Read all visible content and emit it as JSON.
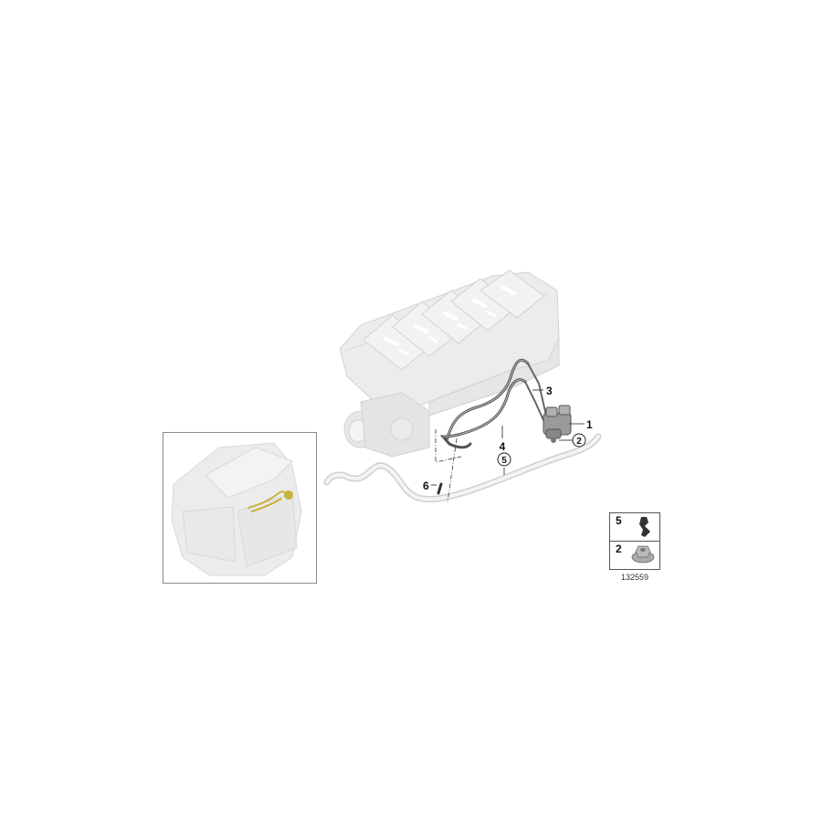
{
  "diagram": {
    "type": "exploded-parts-diagram",
    "image_number": "132559",
    "callouts": [
      {
        "id": "1",
        "label": "1",
        "circled": false
      },
      {
        "id": "2",
        "label": "2",
        "circled": true
      },
      {
        "id": "3",
        "label": "3",
        "circled": false
      },
      {
        "id": "4",
        "label": "4",
        "circled": false
      },
      {
        "id": "5",
        "label": "5",
        "circled": true
      },
      {
        "id": "6",
        "label": "6",
        "circled": false
      }
    ],
    "legend": {
      "items": [
        {
          "label": "5",
          "icon": "clip-icon"
        },
        {
          "label": "2",
          "icon": "nut-icon"
        }
      ]
    },
    "inset": {
      "description": "engine-overview-thumbnail",
      "highlight_color": "#c9b23a"
    },
    "colors": {
      "part_fill": "#ececec",
      "part_stroke": "#c8c8c8",
      "hose": "#555555",
      "valve": "#8a8a8a",
      "frame": "#8c8c8c"
    }
  }
}
